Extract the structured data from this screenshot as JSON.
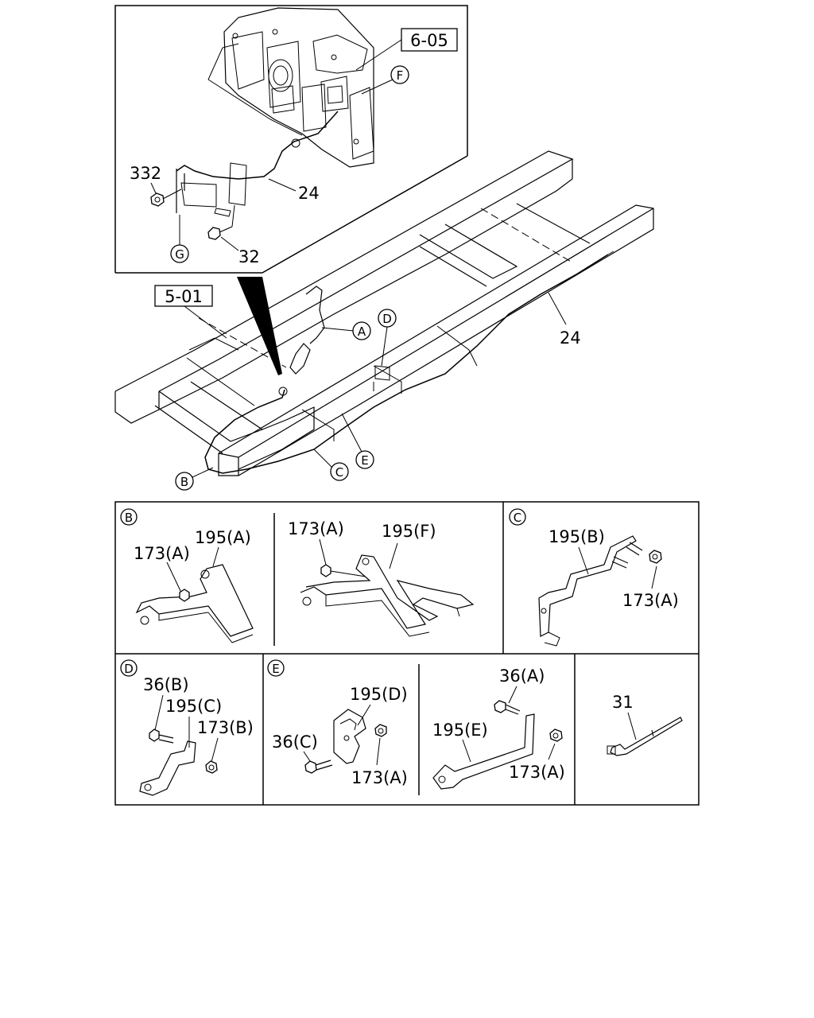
{
  "top_inset": {
    "ref_box": "6-05",
    "callout_f": "F",
    "callout_g": "G",
    "labels": {
      "p332": "332",
      "p24": "24",
      "p32": "32"
    }
  },
  "frame": {
    "ref_box": "5-01",
    "label_24": "24",
    "callouts": {
      "a": "A",
      "b": "B",
      "c": "C",
      "d": "D",
      "e": "E"
    }
  },
  "details": {
    "b": {
      "key": "B",
      "left": {
        "nut": "173(A)",
        "bracket": "195(A)"
      },
      "right": {
        "nut": "173(A)",
        "bracket": "195(F)"
      }
    },
    "c": {
      "key": "C",
      "bracket": "195(B)",
      "nut": "173(A)"
    },
    "d": {
      "key": "D",
      "bolt": "36(B)",
      "bracket": "195(C)",
      "nut": "173(B)"
    },
    "e": {
      "key": "E",
      "left": {
        "bracket": "195(D)",
        "bolt": "36(C)",
        "nut": "173(A)"
      },
      "right": {
        "bolt": "36(A)",
        "bracket": "195(E)",
        "nut": "173(A)"
      }
    },
    "tie": {
      "label": "31"
    }
  }
}
